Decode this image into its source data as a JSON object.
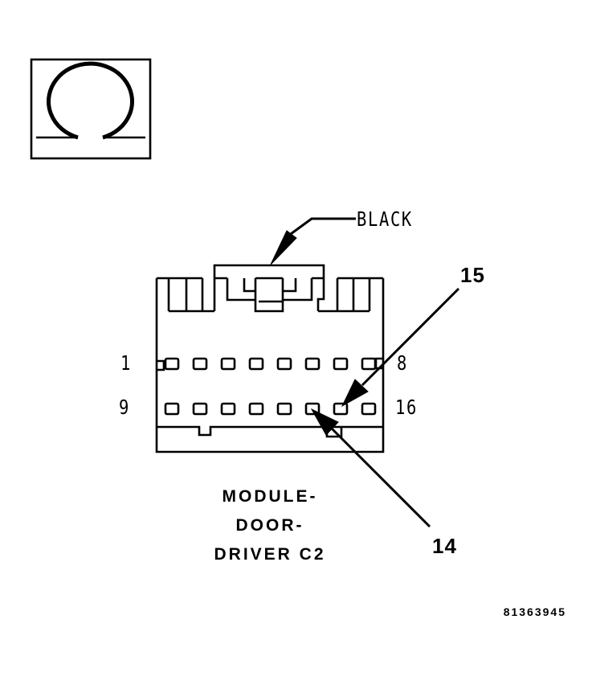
{
  "icons": {
    "omega": "Ω"
  },
  "connector": {
    "wire_color_label": "BLACK",
    "pin_numbers": {
      "top_left": "1",
      "top_right": "8",
      "bottom_left": "9",
      "bottom_right": "16"
    },
    "rows": 2,
    "pins_per_row": 8,
    "name_lines": [
      "MODULE-",
      "DOOR-",
      "DRIVER C2"
    ]
  },
  "callouts": {
    "pin15": "15",
    "pin14": "14"
  },
  "figure_number": "81363945",
  "colors": {
    "line": "#000000",
    "background": "#ffffff"
  }
}
